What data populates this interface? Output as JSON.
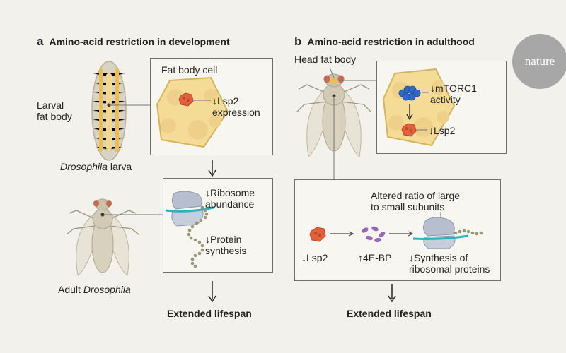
{
  "panel_a": {
    "letter": "a",
    "title": "Amino-acid restriction in development",
    "larval_fat_body_label": "Larval\nfat body",
    "larva_caption_italic": "Drosophila",
    "larva_caption_rest": " larva",
    "fat_body_cell_title": "Fat body cell",
    "lsp2_expression": "↓Lsp2\nexpression",
    "ribosome_abundance": "↓Ribosome\nabundance",
    "protein_synthesis": "↓Protein\nsynthesis",
    "adult_caption_prefix": "Adult ",
    "adult_caption_italic": "Drosophila",
    "outcome": "Extended lifespan"
  },
  "panel_b": {
    "letter": "b",
    "title": "Amino-acid restriction in adulthood",
    "head_fat_body_label": "Head fat body",
    "mtorc1_activity": "↓mTORC1\nactivity",
    "lsp2": "↓Lsp2",
    "altered_ratio": "Altered ratio of large\nto small subunits",
    "lsp2_bottom": "↓Lsp2",
    "four_e_bp": "↑4E-BP",
    "synthesis_ribosomal": "↓Synthesis of\nribosomal proteins",
    "outcome": "Extended lifespan"
  },
  "logo": {
    "text": "nature"
  },
  "colors": {
    "background": "#f2f1ec",
    "fat_cell_fill": "#f4dc96",
    "fat_cell_stroke": "#d6b25a",
    "lsp2_red": "#e2603a",
    "mtorc1_blue": "#2e68c8",
    "ribosome_grey": "#b7bfcf",
    "mrna_teal": "#2bb3c4",
    "four_e_bp_purple": "#9a68b8",
    "protein_chain": "#9a9679"
  }
}
